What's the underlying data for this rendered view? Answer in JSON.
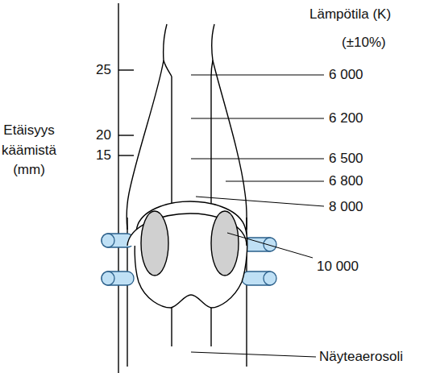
{
  "diagram": {
    "labels": [
      "Lämpötila (K)",
      "(±10%)",
      "Etäisyys käämistä (mm)",
      "25",
      "20",
      "15",
      "6 000",
      "6 200",
      "6 500",
      "6 800",
      "8 000",
      "10 000",
      "Näyteaerosoli"
    ]
  }
}
